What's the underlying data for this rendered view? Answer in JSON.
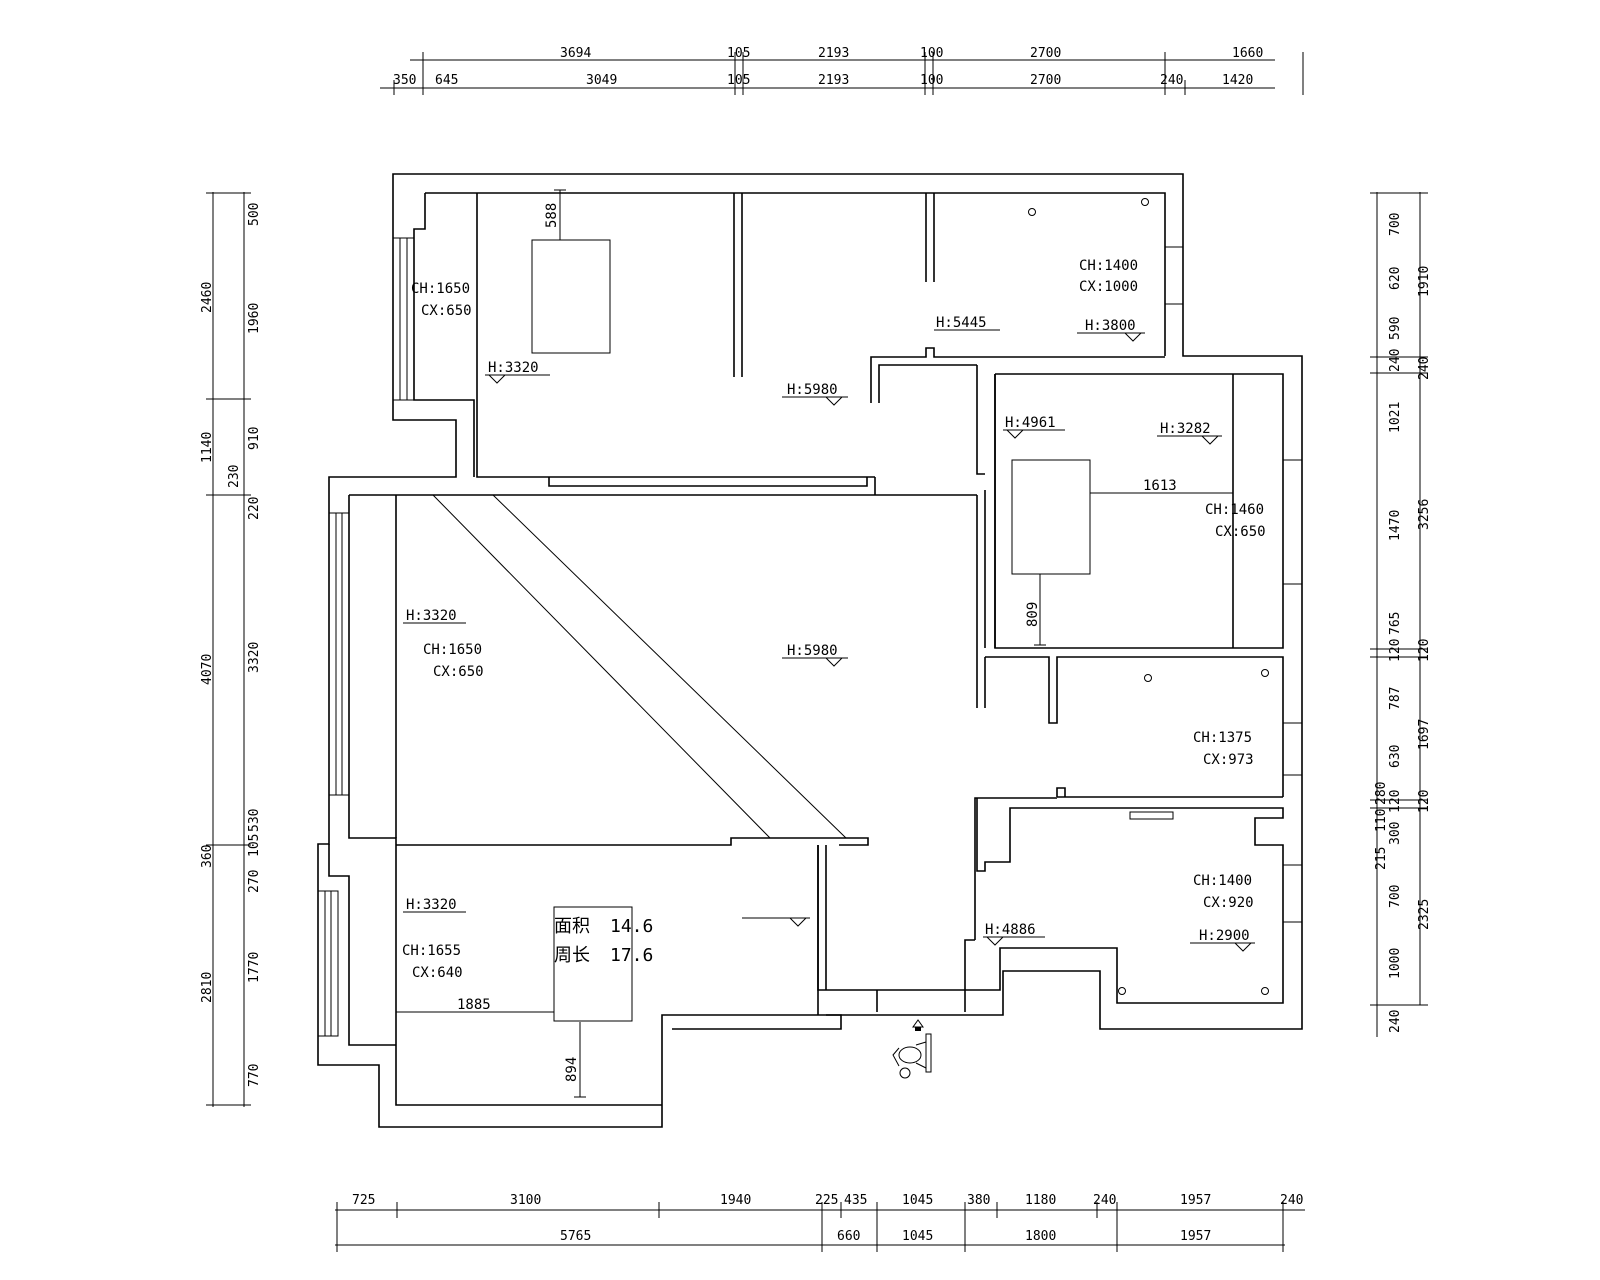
{
  "dims": {
    "top_row1": [
      "3694",
      "105",
      "2193",
      "100",
      "2700",
      "1660"
    ],
    "top_row2": [
      "350",
      "645",
      "3049",
      "105",
      "2193",
      "100",
      "2700",
      "240",
      "1420"
    ],
    "bottom_row1": [
      "725",
      "3100",
      "1940",
      "225",
      "435",
      "1045",
      "380",
      "1180",
      "240",
      "1957",
      "240"
    ],
    "bottom_row2": [
      "5765",
      "660",
      "1045",
      "1800",
      "1957"
    ],
    "left_outer": [
      "2460",
      "1140",
      "230",
      "4070",
      "360",
      "2810"
    ],
    "left_inner": [
      "500",
      "1960",
      "910",
      "220",
      "3320",
      "105",
      "530",
      "270",
      "1770",
      "770"
    ],
    "right_inner": [
      "700",
      "620",
      "590",
      "240",
      "1021",
      "1470",
      "765",
      "120",
      "787",
      "630",
      "120",
      "300",
      "700",
      "1000",
      "240"
    ],
    "right_outer": [
      "1910",
      "240",
      "3256",
      "120",
      "1697",
      "280",
      "110",
      "215",
      "120",
      "2325"
    ]
  },
  "annotations": {
    "h3320": "H:3320",
    "h5980": "H:5980",
    "h5445": "H:5445",
    "h3800": "H:3800",
    "h4961": "H:4961",
    "h3282": "H:3282",
    "h4886": "H:4886",
    "h2900": "H:2900",
    "ch1650": "CH:1650",
    "cx650": "CX:650",
    "ch1400": "CH:1400",
    "cx1000": "CX:1000",
    "ch1460": "CH:1460",
    "ch1375": "CH:1375",
    "cx973": "CX:973",
    "cx920": "CX:920",
    "ch1655": "CH:1655",
    "cx640": "CX:640",
    "d588": "588",
    "d1613": "1613",
    "d809": "809",
    "d1885": "1885",
    "d894": "894"
  },
  "info_box": {
    "area_label": "面积",
    "area_value": "14.6",
    "perimeter_label": "周长",
    "perimeter_value": "17.6"
  }
}
